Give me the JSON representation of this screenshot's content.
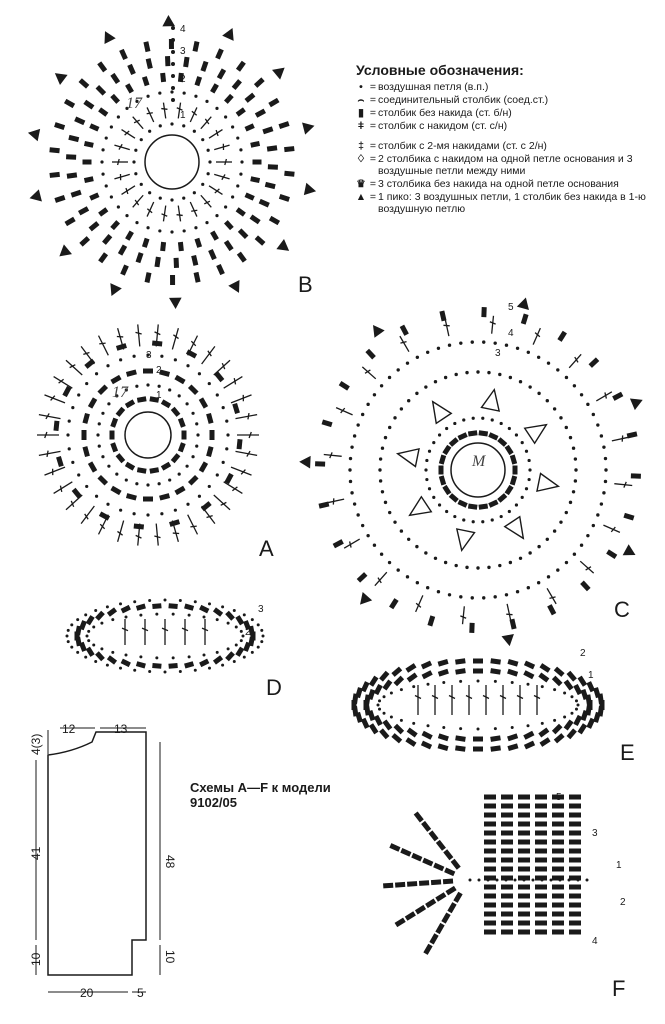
{
  "legend": {
    "title": "Условные обозначения:",
    "items": [
      {
        "icon": "dot-icon",
        "symbol": "•",
        "text": "воздушная петля (в.п.)"
      },
      {
        "icon": "slip-stitch-icon",
        "symbol": "⌢",
        "text": "соединительный столбик (соед.ст.)"
      },
      {
        "icon": "single-crochet-icon",
        "symbol": "▮",
        "text": "столбик без накида (ст. б/н)"
      },
      {
        "icon": "double-crochet-icon",
        "symbol": "ǂ",
        "text": "столбик с накидом (ст. с/н)"
      },
      {
        "icon": "treble-crochet-icon",
        "symbol": "‡",
        "text": "столбик с 2-мя накидами (ст. с 2/н)"
      },
      {
        "icon": "dc-group-icon",
        "symbol": "♢",
        "text": "2 столбика с накидом на одной пет­ле основания и 3 воздушные петли между ними"
      },
      {
        "icon": "sc-group-icon",
        "symbol": "♛",
        "text": "3 столбика без накида на одной пет­ле основания"
      },
      {
        "icon": "picot-icon",
        "symbol": "▲",
        "text": "1 пико: 3 воздушных петли, 1 столбик без накида в 1-ю воздушную петлю"
      }
    ]
  },
  "diagrams": {
    "a": {
      "label": "A",
      "start_marker": "17",
      "rows": [
        "1",
        "2",
        "3"
      ]
    },
    "b": {
      "label": "B",
      "start_marker": "17",
      "rows": [
        "1",
        "2",
        "3",
        "4"
      ]
    },
    "c": {
      "label": "C",
      "start_marker": "M",
      "rows": [
        "3",
        "4",
        "5"
      ]
    },
    "d": {
      "label": "D",
      "rows": [
        "2",
        "3"
      ]
    },
    "e": {
      "label": "E",
      "rows": [
        "1",
        "2"
      ]
    },
    "f": {
      "label": "F",
      "rows": [
        "1",
        "2",
        "3",
        "4",
        "5"
      ]
    }
  },
  "caption": {
    "line1": "Схемы A—F к модели",
    "line2": "9102/05"
  },
  "pattern": {
    "top1": "12",
    "top2": "13",
    "side_top": "4(3)",
    "left": "41",
    "right": "48",
    "bottom_left": "10",
    "bottom_right": "10",
    "bottom1": "20",
    "bottom2": "5"
  },
  "colors": {
    "ink": "#1a1a1a",
    "paper": "#ffffff"
  }
}
